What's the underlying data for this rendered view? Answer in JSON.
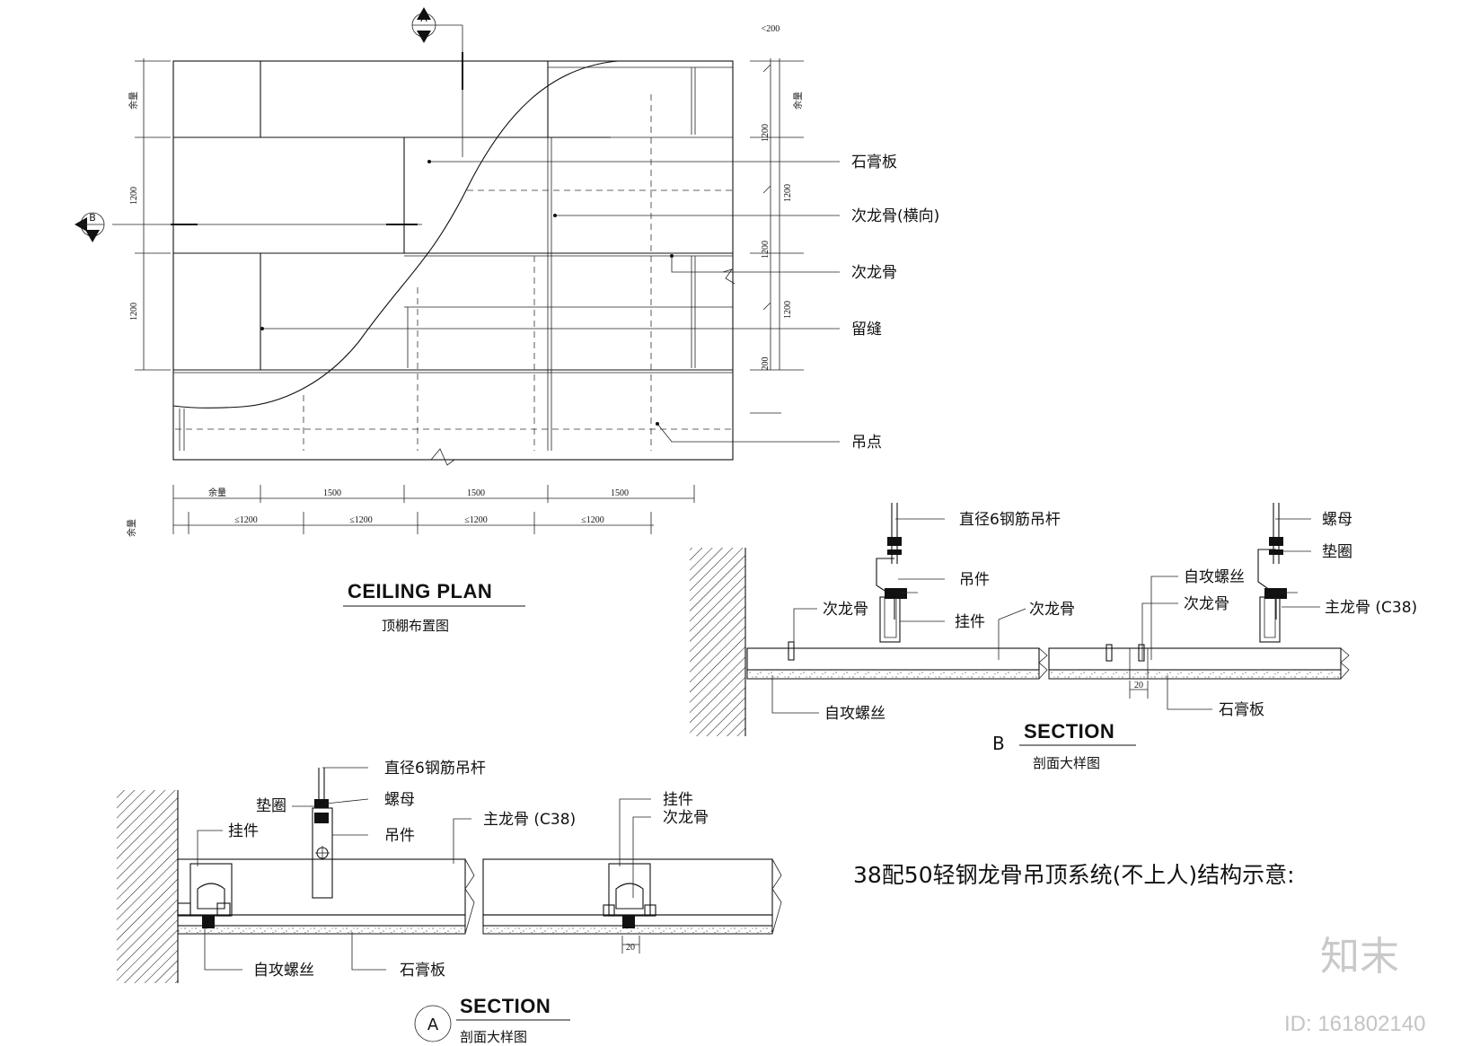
{
  "plan": {
    "title": "CEILING PLAN",
    "subtitle": "顶棚布置图",
    "section_marker_a": "A",
    "section_marker_b": "B",
    "top_note": "<200",
    "left_dims": [
      "余量",
      "1200",
      "1200"
    ],
    "right_dims": [
      "余量",
      "1200",
      "1200",
      "1200",
      "1200",
      "200"
    ],
    "bottom_dims_row1": [
      "余量",
      "1500",
      "1500",
      "1500"
    ],
    "bottom_dims_row2_lead": "余量",
    "bottom_dims_row2": [
      "≤1200",
      "≤1200",
      "≤1200",
      "≤1200"
    ],
    "callouts": [
      "石膏板",
      "次龙骨(横向)",
      "次龙骨",
      "留缝",
      "吊点"
    ]
  },
  "section_b": {
    "marker": "B",
    "title": "SECTION",
    "subtitle": "剖面大样图",
    "dim": "20",
    "labels": {
      "rod": "直径6钢筋吊杆",
      "hanger": "吊件",
      "secondary_left": "次龙骨",
      "clip": "挂件",
      "secondary_mid": "次龙骨",
      "screw": "自攻螺丝",
      "nut": "螺母",
      "washer": "垫圈",
      "self_tap": "自攻螺丝",
      "secondary_right": "次龙骨",
      "main": "主龙骨 (C38)",
      "board": "石膏板"
    }
  },
  "section_a": {
    "marker": "A",
    "title": "SECTION",
    "subtitle": "剖面大样图",
    "dim": "20",
    "labels": {
      "rod": "直径6钢筋吊杆",
      "washer": "垫圈",
      "nut": "螺母",
      "clip_left": "挂件",
      "hanger": "吊件",
      "main": "主龙骨 (C38)",
      "clip_right": "挂件",
      "secondary": "次龙骨",
      "screw": "自攻螺丝",
      "board": "石膏板"
    }
  },
  "caption": "38配50轻钢龙骨吊顶系统(不上人)结构示意:",
  "watermark": {
    "brand": "知末",
    "id": "ID: 161802140"
  }
}
